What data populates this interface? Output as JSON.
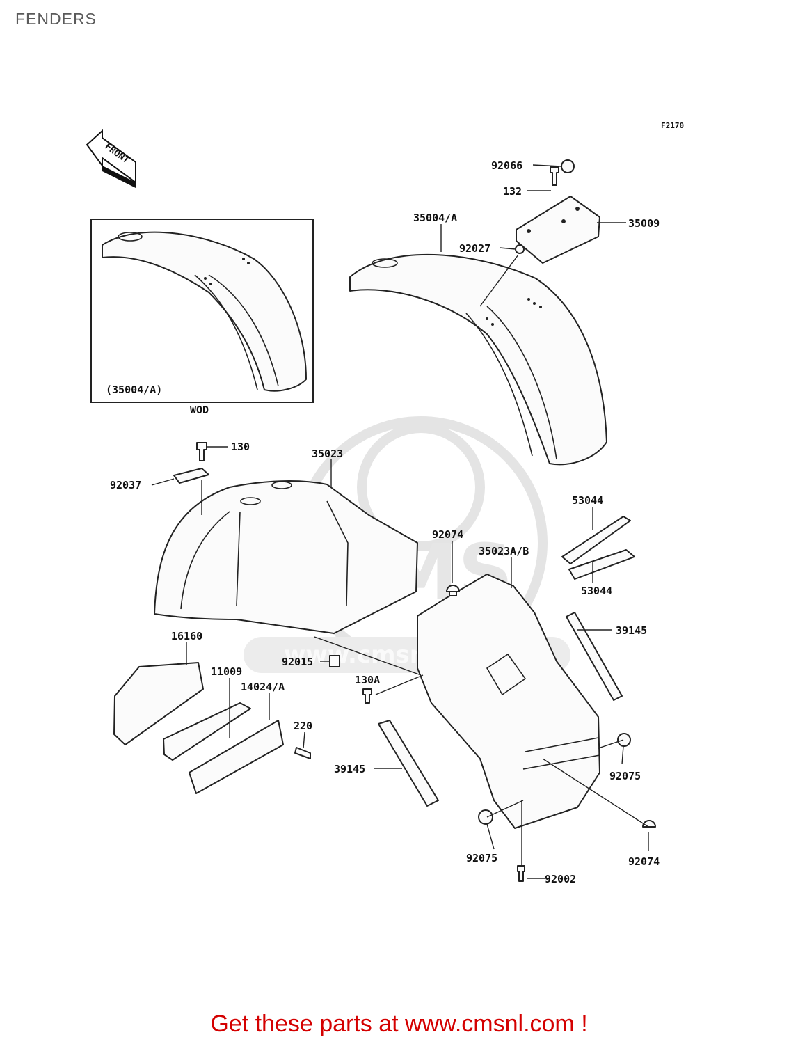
{
  "title": "FENDERS",
  "figure_code": "F2170",
  "front_label": "FRONT",
  "inset": {
    "label": "(35004/A)",
    "caption": "WOD"
  },
  "watermark": "www.cmsnl.com",
  "callouts": [
    {
      "id": "c-92066",
      "text": "92066"
    },
    {
      "id": "c-132",
      "text": "132"
    },
    {
      "id": "c-35009",
      "text": "35009"
    },
    {
      "id": "c-35004A",
      "text": "35004/A"
    },
    {
      "id": "c-92027",
      "text": "92027"
    },
    {
      "id": "c-130",
      "text": "130"
    },
    {
      "id": "c-35023",
      "text": "35023"
    },
    {
      "id": "c-92037",
      "text": "92037"
    },
    {
      "id": "c-53044a",
      "text": "53044"
    },
    {
      "id": "c-92074a",
      "text": "92074"
    },
    {
      "id": "c-35023AB",
      "text": "35023A/B"
    },
    {
      "id": "c-53044b",
      "text": "53044"
    },
    {
      "id": "c-16160",
      "text": "16160"
    },
    {
      "id": "c-39145a",
      "text": "39145"
    },
    {
      "id": "c-11009",
      "text": "11009"
    },
    {
      "id": "c-92015",
      "text": "92015"
    },
    {
      "id": "c-14024A",
      "text": "14024/A"
    },
    {
      "id": "c-130A",
      "text": "130A"
    },
    {
      "id": "c-220",
      "text": "220"
    },
    {
      "id": "c-39145b",
      "text": "39145"
    },
    {
      "id": "c-92075a",
      "text": "92075"
    },
    {
      "id": "c-92075b",
      "text": "92075"
    },
    {
      "id": "c-92074b",
      "text": "92074"
    },
    {
      "id": "c-92002",
      "text": "92002"
    }
  ],
  "footer": "Get these parts at www.cmsnl.com !"
}
